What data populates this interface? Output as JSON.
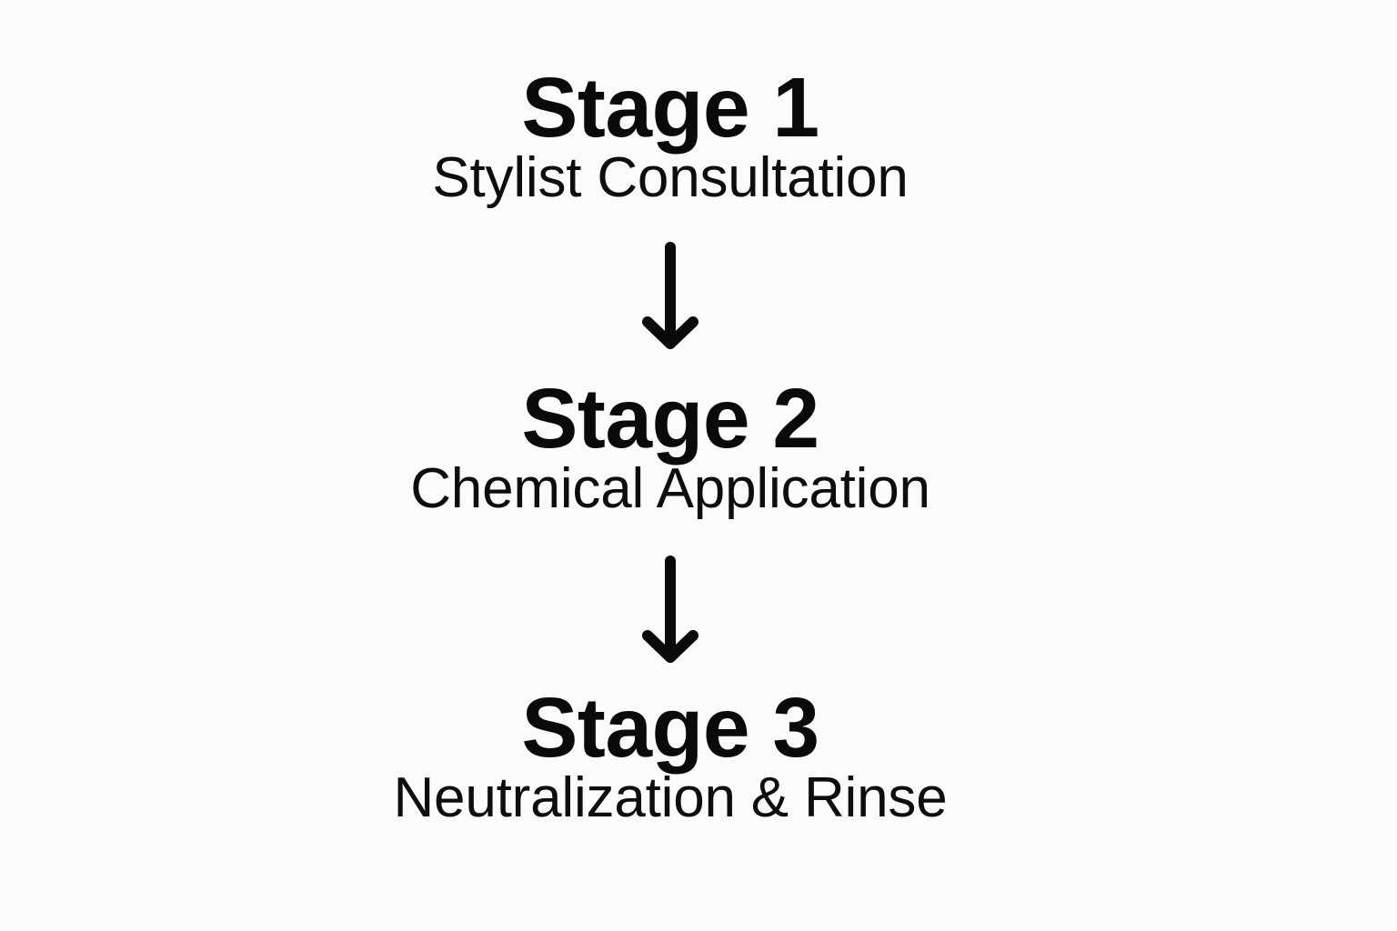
{
  "diagram": {
    "type": "vertical-flow",
    "orientation": "top-to-bottom",
    "background_color": "#fbfbfb",
    "text_color": "#0a0a0a",
    "node_count": 3,
    "connector_count": 2,
    "connector_icon": "down-arrow-icon",
    "nodes": [
      {
        "title": "Stage 1",
        "subtitle": "Stylist Consultation"
      },
      {
        "title": "Stage 2",
        "subtitle": "Chemical Application"
      },
      {
        "title": "Stage 3",
        "subtitle": "Neutralization & Rinse"
      }
    ],
    "connectors": [
      {
        "label": "",
        "from": "Stage 1",
        "to": "Stage 2"
      },
      {
        "label": "",
        "from": "Stage 2",
        "to": "Stage 3"
      }
    ]
  }
}
